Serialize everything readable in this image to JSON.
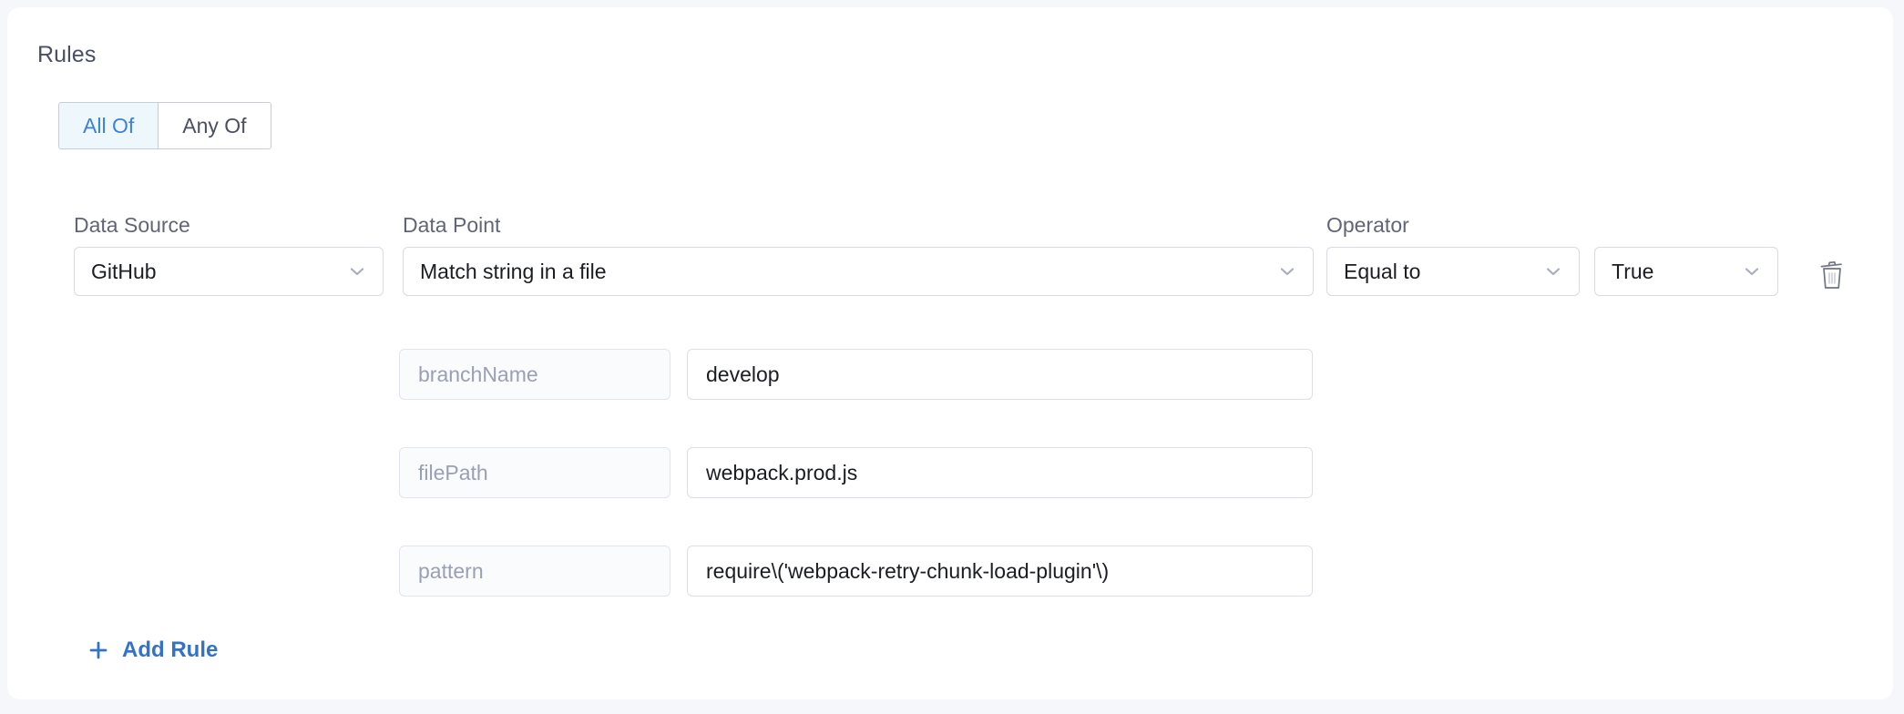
{
  "card": {
    "section_title": "Rules"
  },
  "match_mode": {
    "options": [
      {
        "label": "All Of",
        "active": true
      },
      {
        "label": "Any Of",
        "active": false
      }
    ]
  },
  "columns": {
    "data_source_label": "Data Source",
    "data_point_label": "Data Point",
    "operator_label": "Operator"
  },
  "rule": {
    "data_source": "GitHub",
    "data_point": "Match string in a file",
    "operator": "Equal to",
    "value": "True",
    "delete_icon": "trash-icon",
    "chevron_icon": "chevron-down-icon",
    "parameters": [
      {
        "key": "branchName",
        "value": "develop"
      },
      {
        "key": "filePath",
        "value": "webpack.prod.js"
      },
      {
        "key": "pattern",
        "value": "require\\('webpack-retry-chunk-load-plugin'\\)"
      }
    ]
  },
  "actions": {
    "add_rule_label": "Add Rule",
    "add_rule_icon": "plus-icon"
  },
  "colors": {
    "accent_blue": "#3273c8",
    "active_tab_bg": "#edf7fc",
    "active_tab_text": "#3b82dc",
    "label_grey": "#606578",
    "placeholder_grey": "#9aa0b4",
    "border_grey": "#d8dae4",
    "card_bg": "#ffffff",
    "page_bg": "#f6f7fa"
  }
}
